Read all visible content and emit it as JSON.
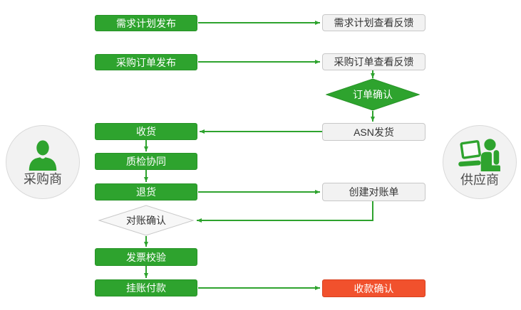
{
  "colors": {
    "green": "#2ea32e",
    "green_dark": "#279327",
    "red": "#f1512d",
    "red_dark": "#d8411f",
    "box_bg": "#f2f2f2",
    "box_border": "#c8c8c8",
    "text_dark": "#333333",
    "actor_text": "#4d4d4d"
  },
  "actors": {
    "buyer": {
      "label": "采购商",
      "icon": "buyer-person-icon"
    },
    "supplier": {
      "label": "供应商",
      "icon": "supplier-laptop-person-icon"
    }
  },
  "nodes": {
    "demand_publish": {
      "label": "需求计划发布",
      "type": "process",
      "side": "buyer"
    },
    "demand_feedback": {
      "label": "需求计划查看反馈",
      "type": "process",
      "side": "supplier"
    },
    "po_publish": {
      "label": "采购订单发布",
      "type": "process",
      "side": "buyer"
    },
    "po_feedback": {
      "label": "采购订单查看反馈",
      "type": "process",
      "side": "supplier"
    },
    "order_confirm": {
      "label": "订单确认",
      "type": "decision",
      "side": "supplier"
    },
    "asn_ship": {
      "label": "ASN发货",
      "type": "process",
      "side": "supplier"
    },
    "receive": {
      "label": "收货",
      "type": "process",
      "side": "buyer"
    },
    "quality": {
      "label": "质检协同",
      "type": "process",
      "side": "buyer"
    },
    "return_goods": {
      "label": "退货",
      "type": "process",
      "side": "buyer"
    },
    "create_statement": {
      "label": "创建对账单",
      "type": "process",
      "side": "supplier"
    },
    "statement_confirm": {
      "label": "对账确认",
      "type": "decision",
      "side": "buyer"
    },
    "invoice_check": {
      "label": "发票校验",
      "type": "process",
      "side": "buyer"
    },
    "payment": {
      "label": "挂账付款",
      "type": "process",
      "side": "buyer"
    },
    "receipt_confirm": {
      "label": "收款确认",
      "type": "terminal",
      "side": "supplier"
    }
  },
  "edges": [
    {
      "from": "demand_publish",
      "to": "demand_feedback"
    },
    {
      "from": "po_publish",
      "to": "po_feedback"
    },
    {
      "from": "po_feedback",
      "to": "order_confirm"
    },
    {
      "from": "order_confirm",
      "to": "asn_ship"
    },
    {
      "from": "asn_ship",
      "to": "receive"
    },
    {
      "from": "receive",
      "to": "quality"
    },
    {
      "from": "quality",
      "to": "return_goods"
    },
    {
      "from": "return_goods",
      "to": "create_statement"
    },
    {
      "from": "create_statement",
      "to": "statement_confirm"
    },
    {
      "from": "statement_confirm",
      "to": "invoice_check"
    },
    {
      "from": "invoice_check",
      "to": "payment"
    },
    {
      "from": "payment",
      "to": "receipt_confirm"
    }
  ]
}
